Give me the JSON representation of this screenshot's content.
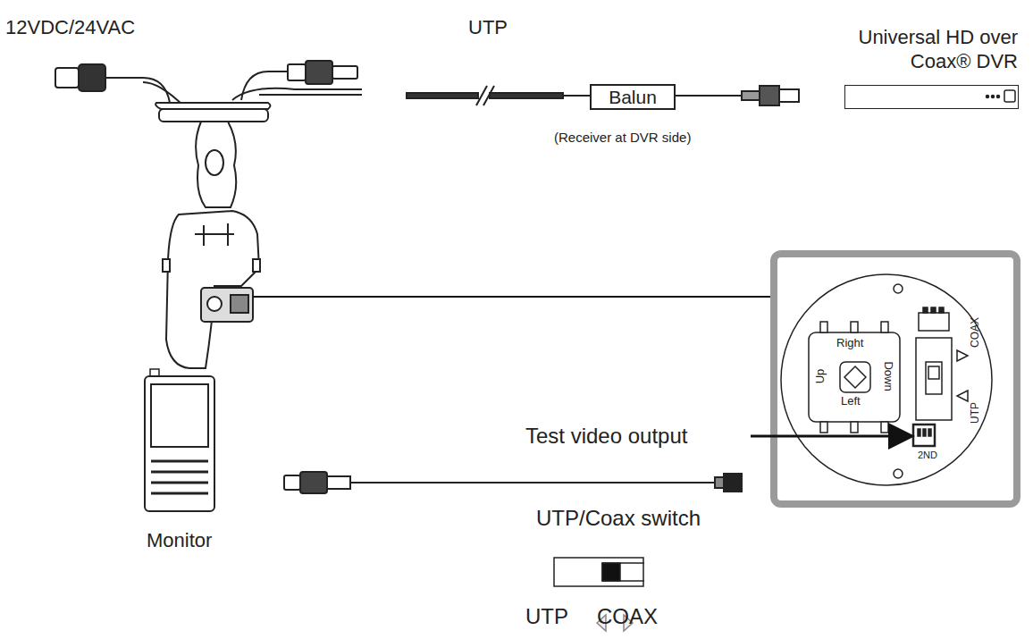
{
  "diagram": {
    "nodes": [
      {
        "text": [
          "Balun"
        ]
      },
      {
        "text": [
          "Universal HD over Coax® DVR"
        ]
      },
      {
        "text": [
          "Monitor"
        ]
      }
    ],
    "labels": [
      "12VDC/24VAC",
      "UTP",
      "(Receiver at DVR side)",
      "Right",
      "Up",
      "Down",
      "Left",
      "COAX",
      "UTP",
      "2ND",
      "Test video output",
      "UTP/Coax switch",
      "UTP",
      "COAX"
    ]
  }
}
